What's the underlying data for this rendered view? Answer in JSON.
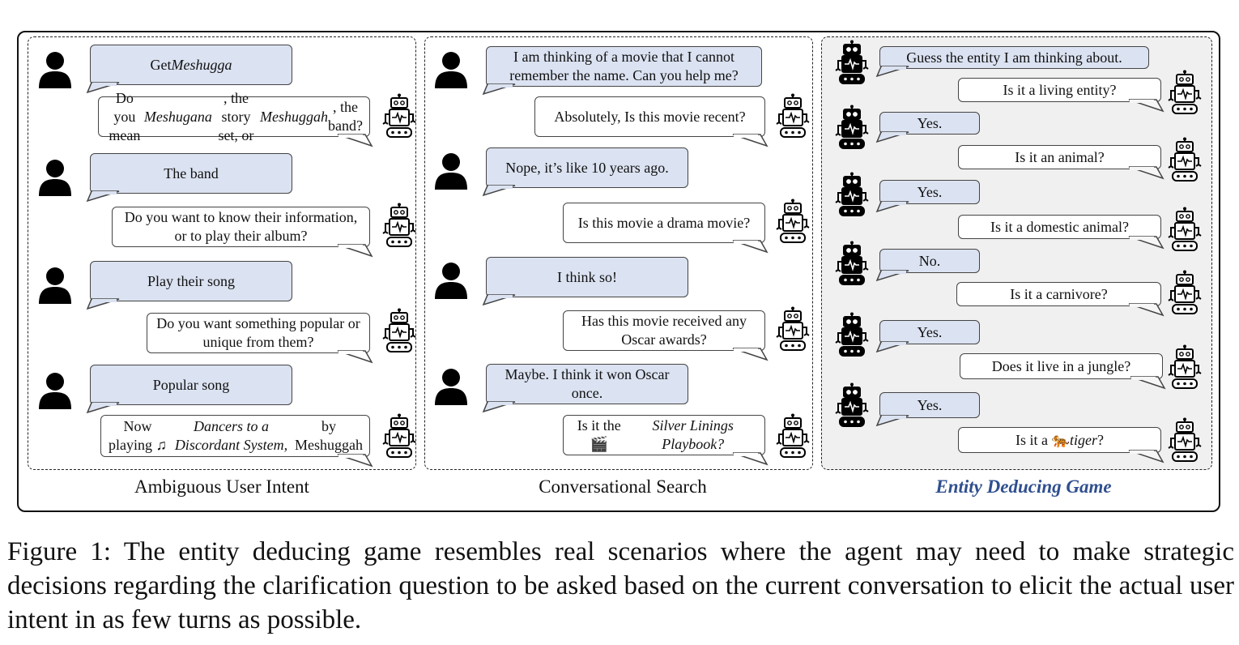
{
  "panels": [
    {
      "label": "Ambiguous User Intent",
      "messages": [
        {
          "role": "user",
          "text": "Get <em>Meshugga</em>"
        },
        {
          "role": "bot",
          "text": "Do you mean <em>Meshugana</em>, the story set, or <em>Meshuggah</em>, the band?"
        },
        {
          "role": "user",
          "text": "The band"
        },
        {
          "role": "bot",
          "text": "Do you want to know their information, or to play their album?"
        },
        {
          "role": "user",
          "text": "Play their song"
        },
        {
          "role": "bot",
          "text": "Do you want something popular or unique from them?"
        },
        {
          "role": "user",
          "text": "Popular song"
        },
        {
          "role": "bot",
          "text": "Now playing ♫ <em>Dancers to a Discordant System,</em> by Meshuggah"
        }
      ]
    },
    {
      "label": "Conversational Search",
      "messages": [
        {
          "role": "user",
          "text": "I am thinking of a movie that I cannot remember the name. Can you help me?"
        },
        {
          "role": "bot",
          "text": "Absolutely, Is this movie recent?"
        },
        {
          "role": "user",
          "text": "Nope, it’s like 10 years ago."
        },
        {
          "role": "bot",
          "text": "Is this movie a drama movie?"
        },
        {
          "role": "user",
          "text": "I think so!"
        },
        {
          "role": "bot",
          "text": "Has this movie received any Oscar awards?"
        },
        {
          "role": "user",
          "text": "Maybe. I think it won Oscar once."
        },
        {
          "role": "bot",
          "text": "Is it the 🎬 <em>Silver Linings Playbook?</em>"
        }
      ]
    },
    {
      "label": "Entity Deducing Game",
      "messages": [
        {
          "role": "judge",
          "text": "Guess the entity I am thinking about."
        },
        {
          "role": "guesser",
          "text": "Is it a living entity?"
        },
        {
          "role": "judge",
          "text": "Yes."
        },
        {
          "role": "guesser",
          "text": "Is it an animal?"
        },
        {
          "role": "judge",
          "text": "Yes."
        },
        {
          "role": "guesser",
          "text": "Is it a domestic animal?"
        },
        {
          "role": "judge",
          "text": "No."
        },
        {
          "role": "guesser",
          "text": "Is it a carnivore?"
        },
        {
          "role": "judge",
          "text": "Yes."
        },
        {
          "role": "guesser",
          "text": "Does it live in a jungle?"
        },
        {
          "role": "judge",
          "text": "Yes."
        },
        {
          "role": "guesser",
          "text": "Is it a 🐅 <em>tiger</em>?"
        }
      ]
    }
  ],
  "caption": "Figure 1: The entity deducing game resembles real scenarios where the agent may need to make strategic decisions regarding the clarification question to be asked based on the current conversation to elicit the actual user intent in as few turns as possible.",
  "colors": {
    "user_bubble": "#dbe2f1",
    "accent": "#2f4f8f",
    "panel_gray": "#f0f0f0"
  },
  "icons": {
    "user": "person-icon",
    "bot": "outline-robot-icon",
    "judge": "filled-robot-icon"
  }
}
